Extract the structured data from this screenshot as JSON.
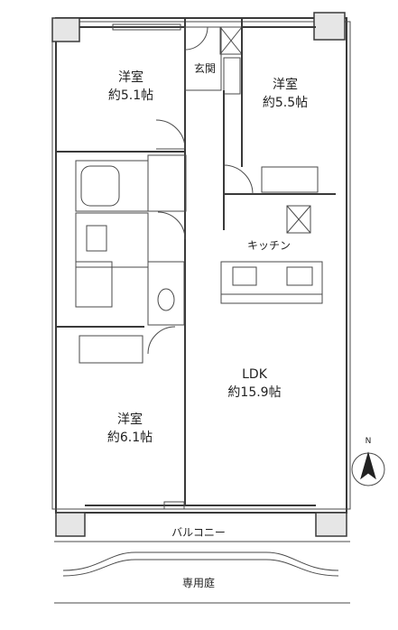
{
  "rooms": {
    "western_1": {
      "name": "洋室",
      "size": "約5.1帖"
    },
    "western_2": {
      "name": "洋室",
      "size": "約5.5帖"
    },
    "western_3": {
      "name": "洋室",
      "size": "約6.1帖"
    },
    "ldk": {
      "name": "LDK",
      "size": "約15.9帖"
    },
    "entrance": {
      "name": "玄関"
    },
    "kitchen": {
      "name": "キッチン"
    },
    "balcony": {
      "name": "バルコニー"
    },
    "garden": {
      "name": "専用庭"
    }
  },
  "compass": {
    "label": "N"
  }
}
